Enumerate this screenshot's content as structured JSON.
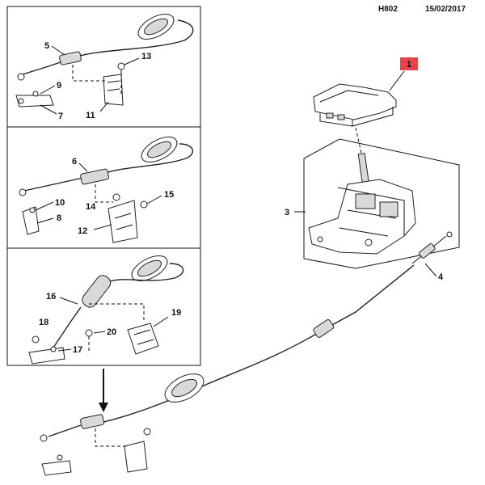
{
  "header": {
    "code": "H802",
    "date": "15/02/2017"
  },
  "callouts": {
    "c1": "1",
    "c3": "3",
    "c4": "4",
    "c5": "5",
    "c6": "6",
    "c7": "7",
    "c8": "8",
    "c9": "9",
    "c10": "10",
    "c11": "11",
    "c12": "12",
    "c13": "13",
    "c14": "14",
    "c15": "15",
    "c16": "16",
    "c17": "17",
    "c18": "18",
    "c19": "19",
    "c20": "20"
  },
  "colors": {
    "highlight": "#e8434b",
    "ink": "#111111",
    "part_fill": "#d9d9d9"
  }
}
